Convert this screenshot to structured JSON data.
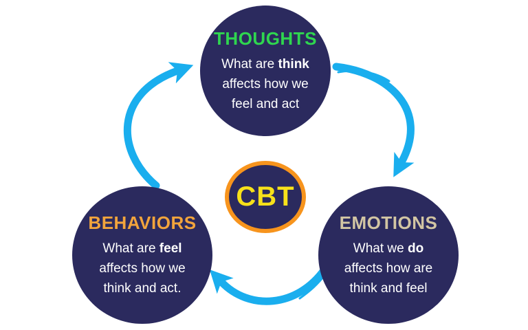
{
  "palette": {
    "background": "#ffffff",
    "circle_fill": "#2b2a5e",
    "arrow": "#1aaeee",
    "thoughts_title": "#2fd64f",
    "behaviors_title": "#f2a43c",
    "emotions_title": "#d2c5a3",
    "cbt_text": "#f8e11a",
    "cbt_ring": "#f7941d",
    "body_text": "#ffffff"
  },
  "diagram": {
    "center": {
      "label": "CBT"
    },
    "nodes": {
      "thoughts": {
        "title": "THOUGHTS",
        "line1_pre": "What are ",
        "line1_bold": "think",
        "line2": "affects how we",
        "line3": "feel and act"
      },
      "emotions": {
        "title": "EMOTIONS",
        "line1_pre": "What we ",
        "line1_bold": "do",
        "line2": "affects how are",
        "line3": "think and feel"
      },
      "behaviors": {
        "title": "BEHAVIORS",
        "line1_pre": "What are ",
        "line1_bold": "feel",
        "line2": "affects how we",
        "line3": "think and act."
      }
    },
    "arrows": [
      {
        "name": "thoughts-to-emotions",
        "from": "thoughts",
        "to": "emotions"
      },
      {
        "name": "emotions-to-behaviors",
        "from": "emotions",
        "to": "behaviors"
      },
      {
        "name": "behaviors-to-thoughts",
        "from": "behaviors",
        "to": "thoughts"
      }
    ]
  }
}
